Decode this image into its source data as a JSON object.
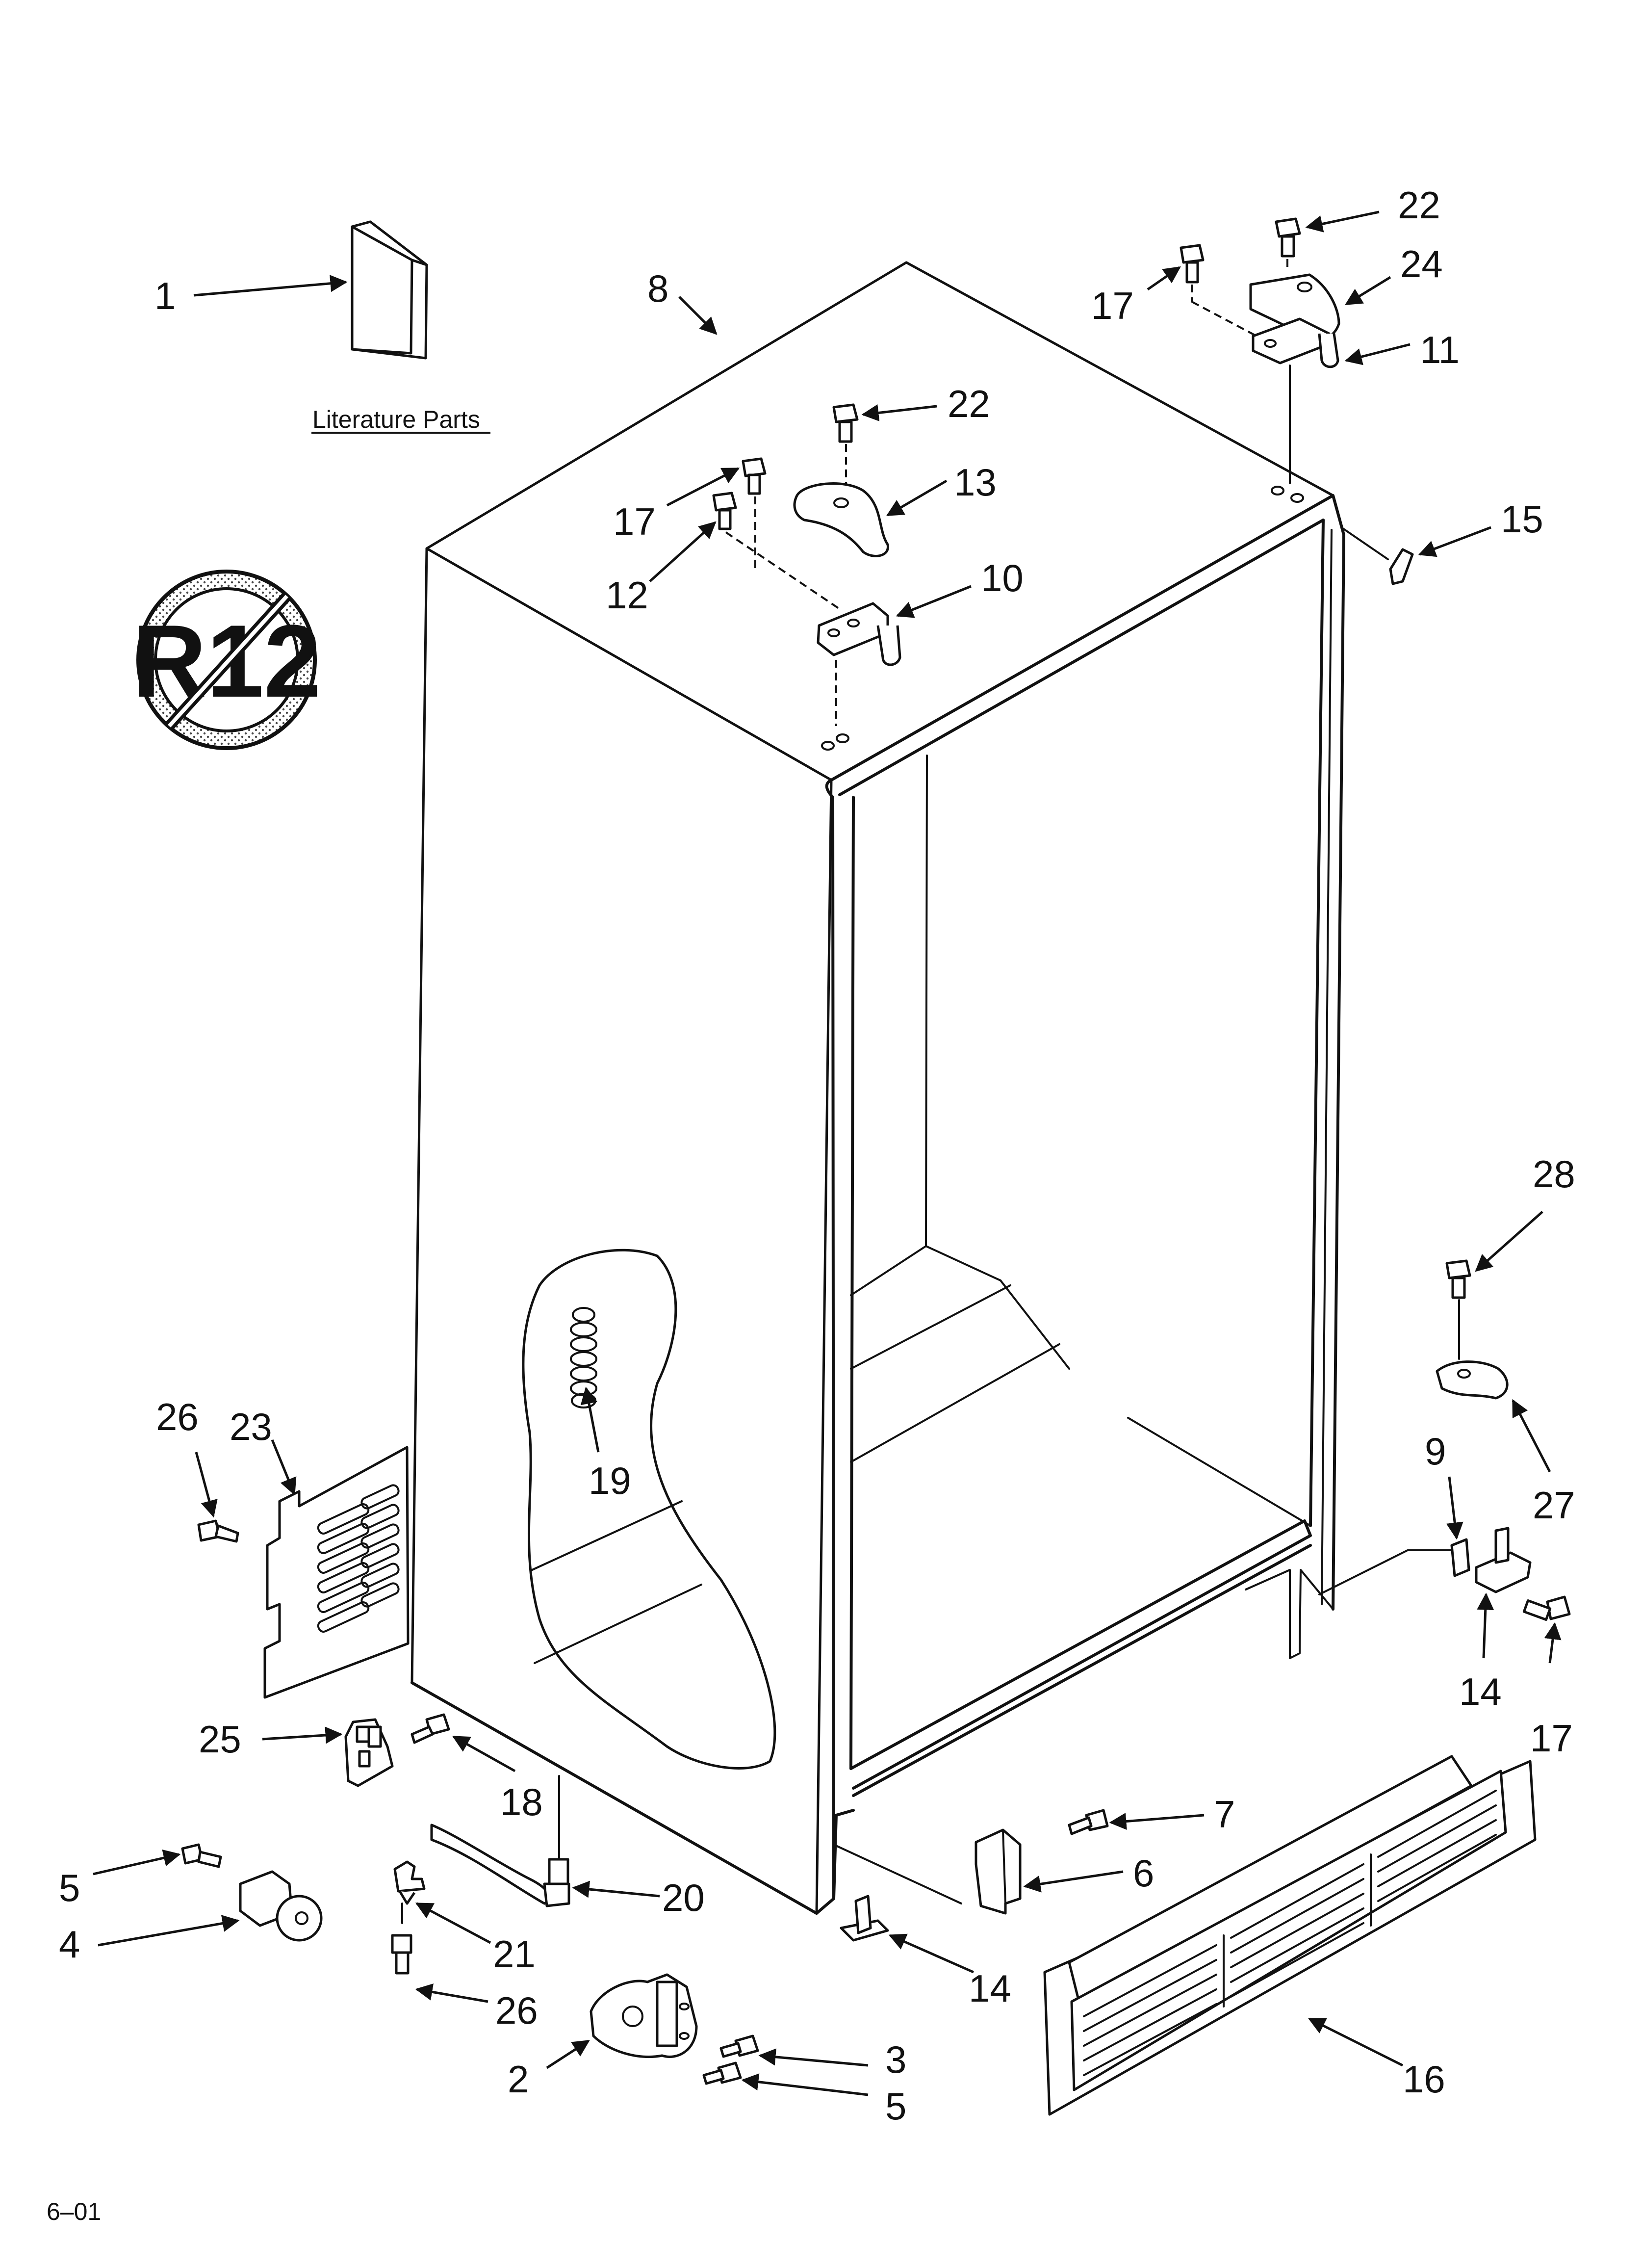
{
  "literature_label": "Literature Parts",
  "badge_text": "R12",
  "footer_code": "6–01",
  "callouts": [
    {
      "id": "c1",
      "text": "1"
    },
    {
      "id": "c8",
      "text": "8"
    },
    {
      "id": "c22a",
      "text": "22"
    },
    {
      "id": "c17a",
      "text": "17"
    },
    {
      "id": "c24",
      "text": "24"
    },
    {
      "id": "c11",
      "text": "11"
    },
    {
      "id": "c22b",
      "text": "22"
    },
    {
      "id": "c13",
      "text": "13"
    },
    {
      "id": "c17b",
      "text": "17"
    },
    {
      "id": "c12",
      "text": "12"
    },
    {
      "id": "c10",
      "text": "10"
    },
    {
      "id": "c15",
      "text": "15"
    },
    {
      "id": "c28",
      "text": "28"
    },
    {
      "id": "c9",
      "text": "9"
    },
    {
      "id": "c27",
      "text": "27"
    },
    {
      "id": "c14a",
      "text": "14"
    },
    {
      "id": "c17c",
      "text": "17"
    },
    {
      "id": "c26a",
      "text": "26"
    },
    {
      "id": "c23",
      "text": "23"
    },
    {
      "id": "c19",
      "text": "19"
    },
    {
      "id": "c25",
      "text": "25"
    },
    {
      "id": "c18",
      "text": "18"
    },
    {
      "id": "c5a",
      "text": "5"
    },
    {
      "id": "c4",
      "text": "4"
    },
    {
      "id": "c20",
      "text": "20"
    },
    {
      "id": "c21",
      "text": "21"
    },
    {
      "id": "c26b",
      "text": "26"
    },
    {
      "id": "c7",
      "text": "7"
    },
    {
      "id": "c6",
      "text": "6"
    },
    {
      "id": "c14b",
      "text": "14"
    },
    {
      "id": "c16",
      "text": "16"
    },
    {
      "id": "c2",
      "text": "2"
    },
    {
      "id": "c3",
      "text": "3"
    },
    {
      "id": "c5b",
      "text": "5"
    }
  ]
}
